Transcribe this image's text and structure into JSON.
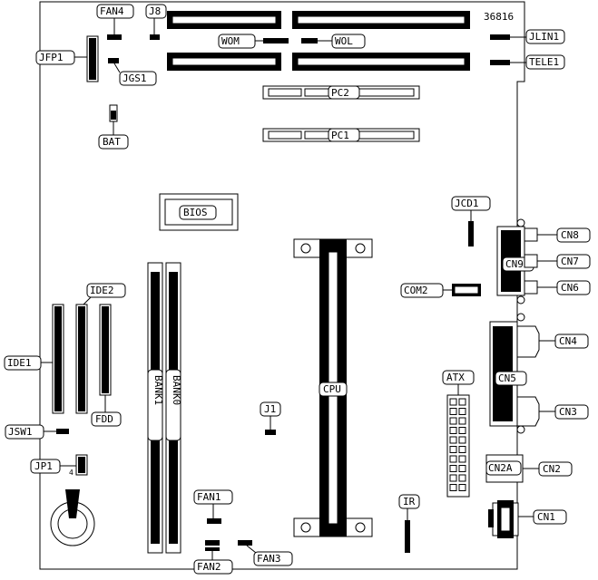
{
  "board_id": "36816",
  "labels": {
    "fan4": "FAN4",
    "j8": "J8",
    "wom": "WOM",
    "wol": "WOL",
    "jlin1": "JLIN1",
    "tele1": "TELE1",
    "jfp1": "JFP1",
    "jgs1": "JGS1",
    "bat": "BAT",
    "pc2": "PC2",
    "pc1": "PC1",
    "bios": "BIOS",
    "jcd1": "JCD1",
    "cn8": "CN8",
    "cn9": "CN9",
    "cn7": "CN7",
    "cn6": "CN6",
    "com2": "COM2",
    "ide2": "IDE2",
    "ide1": "IDE1",
    "fdd": "FDD",
    "bank1": "BANK1",
    "bank0": "BANK0",
    "cpu": "CPU",
    "cn4": "CN4",
    "cn5": "CN5",
    "cn3": "CN3",
    "atx": "ATX",
    "j1": "J1",
    "jsw1": "JSW1",
    "jp1": "JP1",
    "jp1_pin": "4",
    "cn2a": "CN2A",
    "cn2": "CN2",
    "fan1": "FAN1",
    "ir": "IR",
    "cn1": "CN1",
    "fan2": "FAN2",
    "fan3": "FAN3"
  }
}
